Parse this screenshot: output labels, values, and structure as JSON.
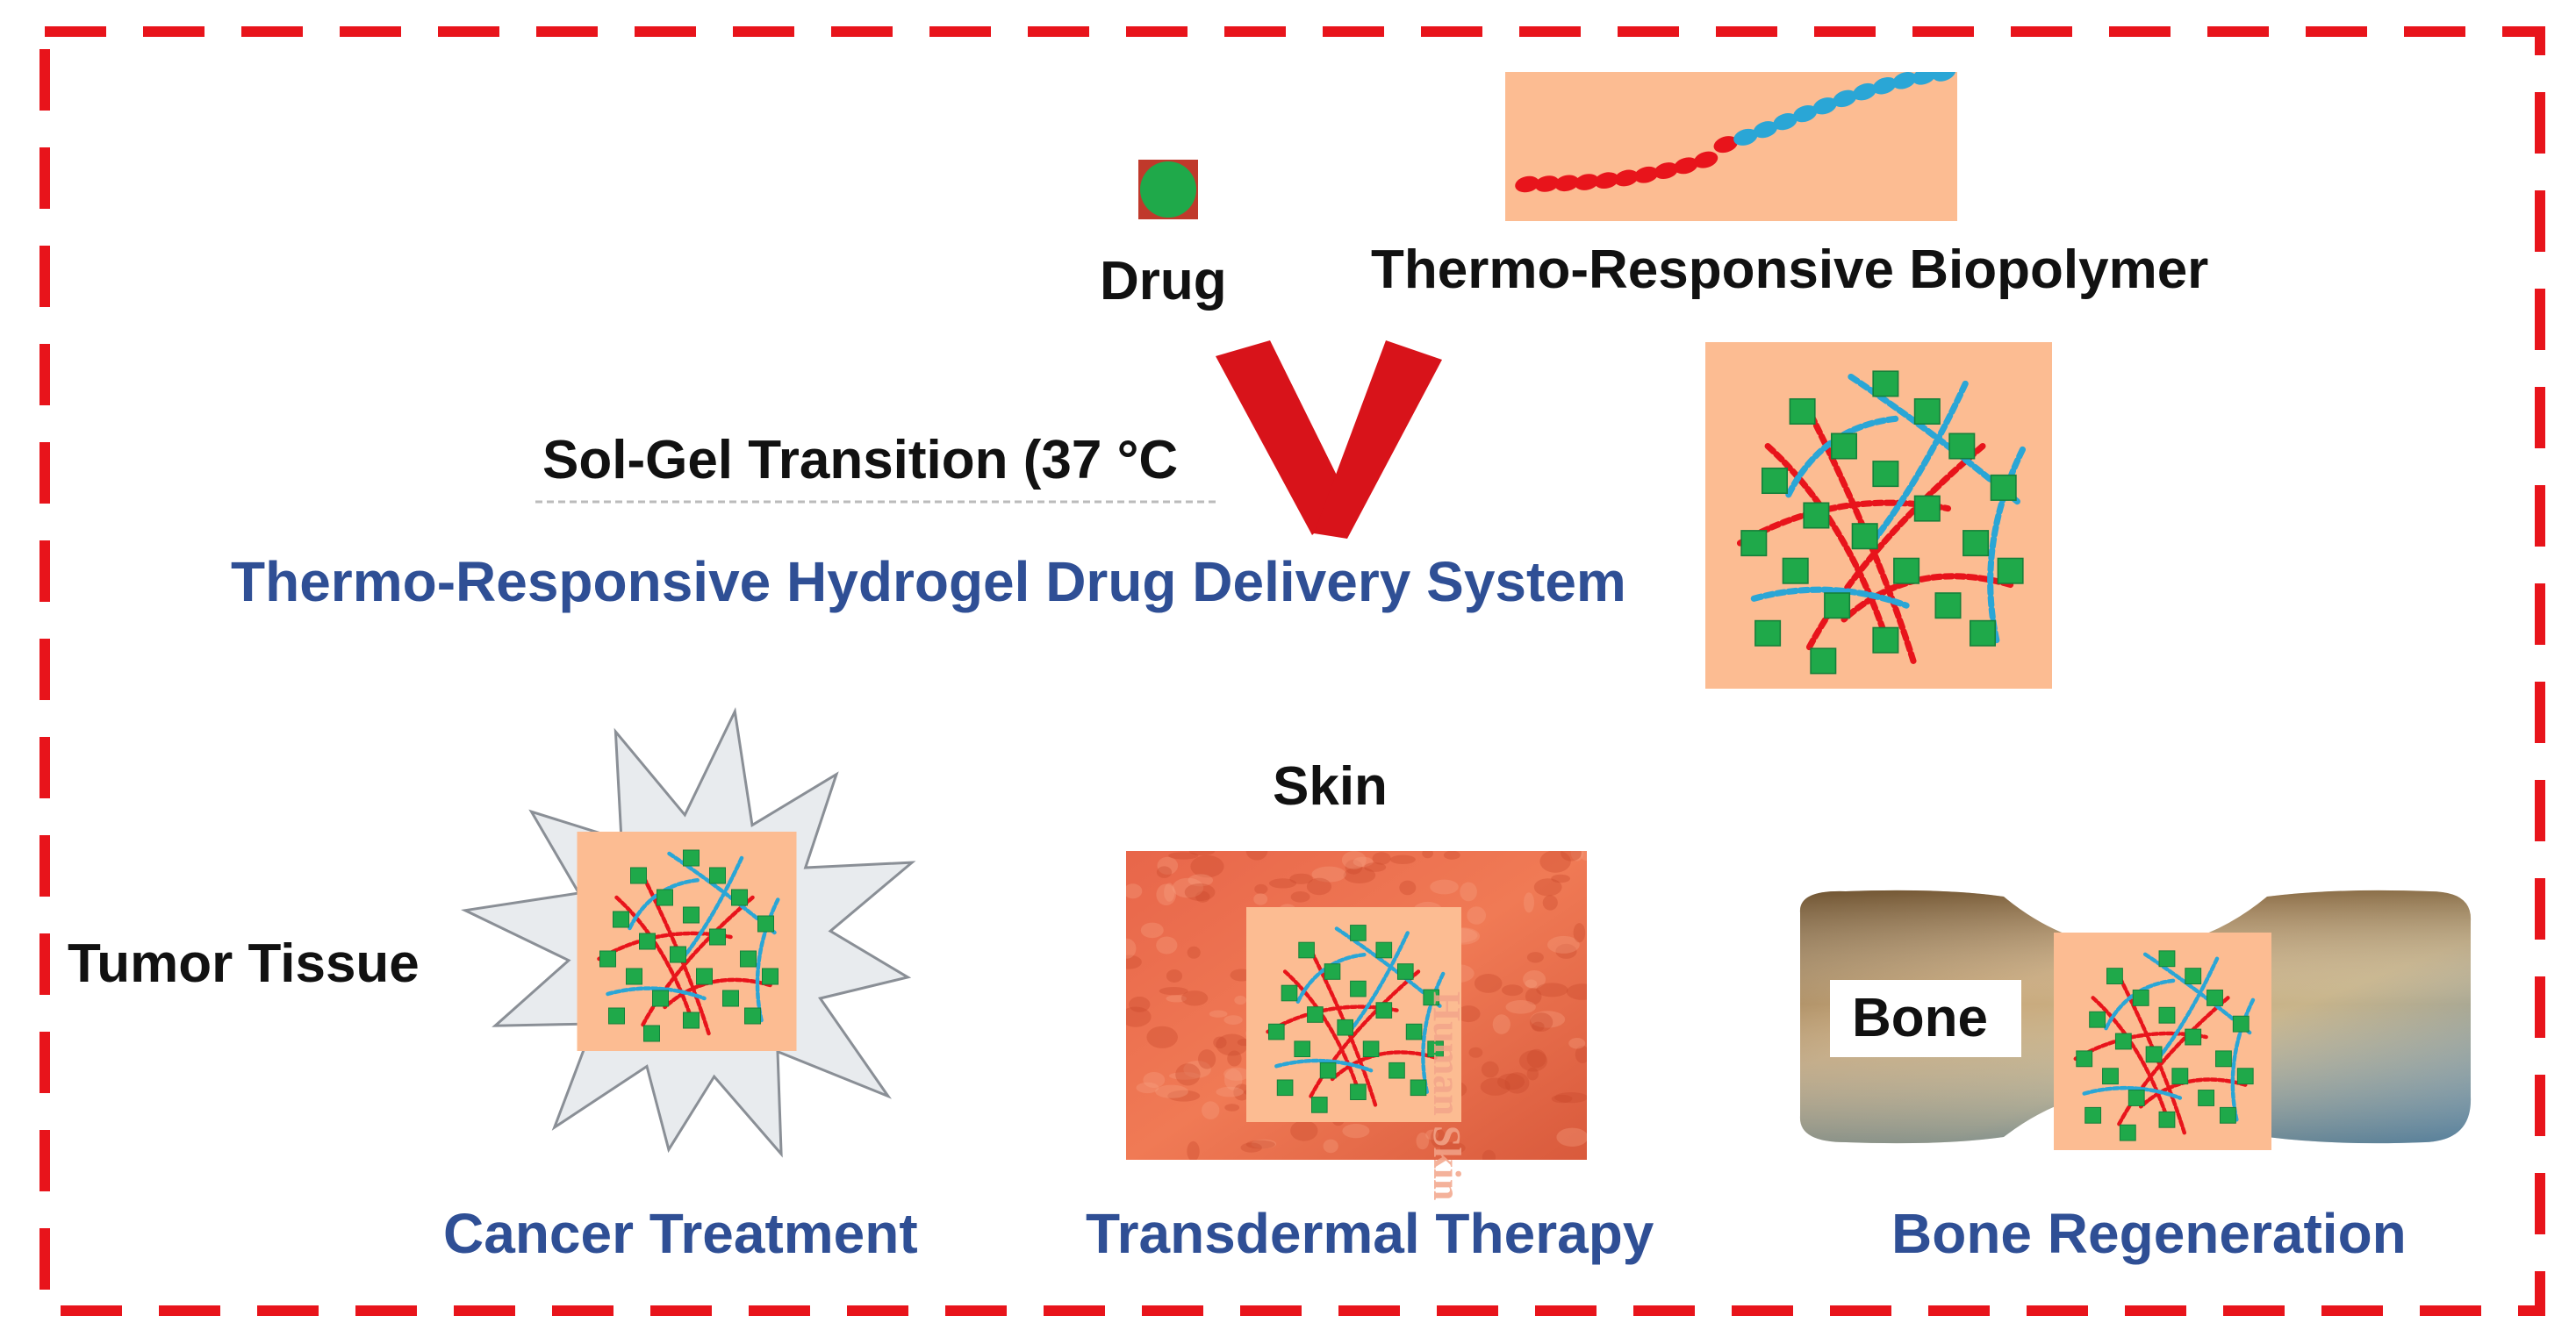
{
  "labels": {
    "drug": "Drug",
    "biopolymer": "Thermo-Responsive Biopolymer",
    "sol_gel": "Sol-Gel Transition (37 °C",
    "system": "Thermo-Responsive Hydrogel Drug Delivery System",
    "skin": "Skin",
    "tumor": "Tumor Tissue",
    "bone": "Bone",
    "cancer": "Cancer Treatment",
    "transdermal": "Transdermal Therapy",
    "bone_regen": "Bone Regeneration",
    "skin_watermark": "Human Skin"
  },
  "colors": {
    "frame_dash": "#e8141b",
    "arrow": "#d8131a",
    "gel_bg": "#fcbc92",
    "polymer_red": "#e8141b",
    "polymer_blue": "#2aa6d6",
    "drug_green": "#1fa94a",
    "drug_square": "#c0392b",
    "title_blue": "#2f4f95",
    "text_black": "#111111",
    "skin_bg": "#e86a45",
    "tumor_fill": "#e8ebee"
  }
}
